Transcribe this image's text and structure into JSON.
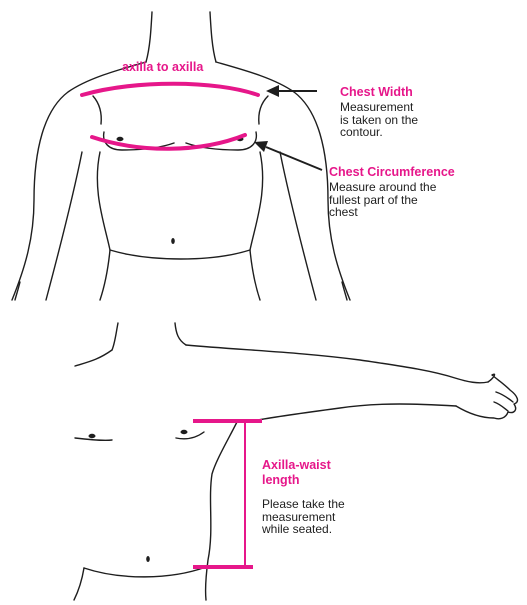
{
  "colors": {
    "accent": "#e6178a",
    "ink": "#1e1e1e"
  },
  "top_figure": {
    "axilla_label": "axilla to axilla",
    "chest_width": {
      "title": "Chest Width",
      "description_lines": [
        "Measurement",
        "is taken on the",
        "contour."
      ]
    },
    "chest_circumference": {
      "title": "Chest Circumference",
      "description_lines": [
        "Measure around the",
        "fullest part of the",
        "chest"
      ]
    }
  },
  "bottom_figure": {
    "axilla_waist": {
      "title_lines": [
        "Axilla-waist",
        "length"
      ],
      "description_lines": [
        "Please take the",
        "measurement",
        "while seated."
      ]
    }
  }
}
